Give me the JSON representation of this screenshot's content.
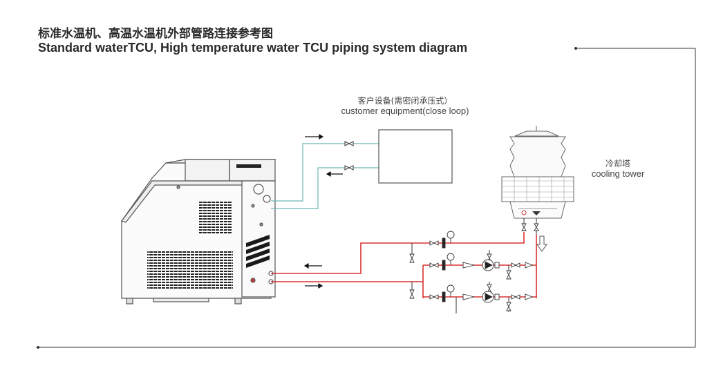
{
  "title": {
    "cn": "标准水温机、高温水温机外部管路连接参考图",
    "en": "Standard waterTCU, High temperature water TCU piping system diagram"
  },
  "customer_equipment": {
    "label_cn": "客户设备(需密闭承压式）",
    "label_en": "customer equipment(close loop)"
  },
  "cooling_tower": {
    "label_cn": "冷却塔",
    "label_en": "cooling tower"
  },
  "colors": {
    "red_pipe": "#d93030",
    "teal_pipe": "#6fb8b0",
    "outline": "#555555",
    "frame": "#333333"
  }
}
